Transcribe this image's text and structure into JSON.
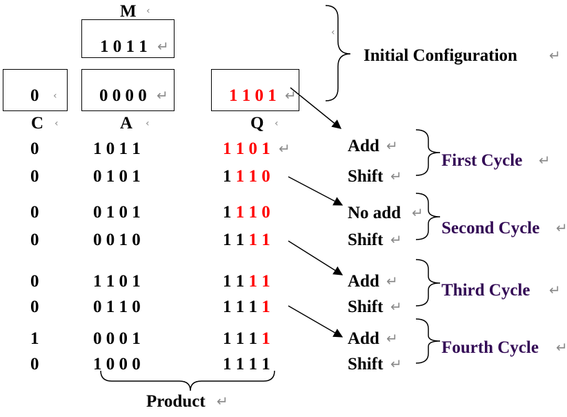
{
  "registers": {
    "m_label": "M",
    "m_value": "1 0 1 1",
    "c_value": "0",
    "a_value": "0 0 0 0",
    "q_value": "1 1 0 1",
    "c_label": "C",
    "a_label": "A",
    "q_label": "Q"
  },
  "initial_configuration": "Initial Configuration",
  "rows": [
    {
      "c": "0",
      "a": "1 0 1 1",
      "q_black": "",
      "q_red": "1 1 0 1"
    },
    {
      "c": "0",
      "a": "0 1 0 1",
      "q_black": "1 ",
      "q_red": "1 1 0"
    },
    {
      "c": "0",
      "a": "0 1 0 1",
      "q_black": "1 ",
      "q_red": "1 1 0"
    },
    {
      "c": "0",
      "a": "0 0 1 0",
      "q_black": "1 1 ",
      "q_red": "1 1"
    },
    {
      "c": "0",
      "a": "1 1 0 1",
      "q_black": "1 1 ",
      "q_red": "1 1"
    },
    {
      "c": "0",
      "a": "0 1 1 0",
      "q_black": "1 1 1 ",
      "q_red": "1"
    },
    {
      "c": "1",
      "a": "0 0 0 1",
      "q_black": "1 1 1 ",
      "q_red": "1"
    },
    {
      "c": "0",
      "a": "1 0 0 0",
      "q_black": "1 1 1 1",
      "q_red": ""
    }
  ],
  "operations": [
    "Add",
    "Shift",
    "No add",
    "Shift",
    "Add",
    "Shift",
    "Add",
    "Shift"
  ],
  "cycles": [
    "First Cycle",
    "Second Cycle",
    "Third Cycle",
    "Fourth Cycle"
  ],
  "product_label": "Product",
  "colors": {
    "highlight": "#ff0000",
    "cycle_label": "#330a55",
    "mark": "#8a8a8a"
  }
}
